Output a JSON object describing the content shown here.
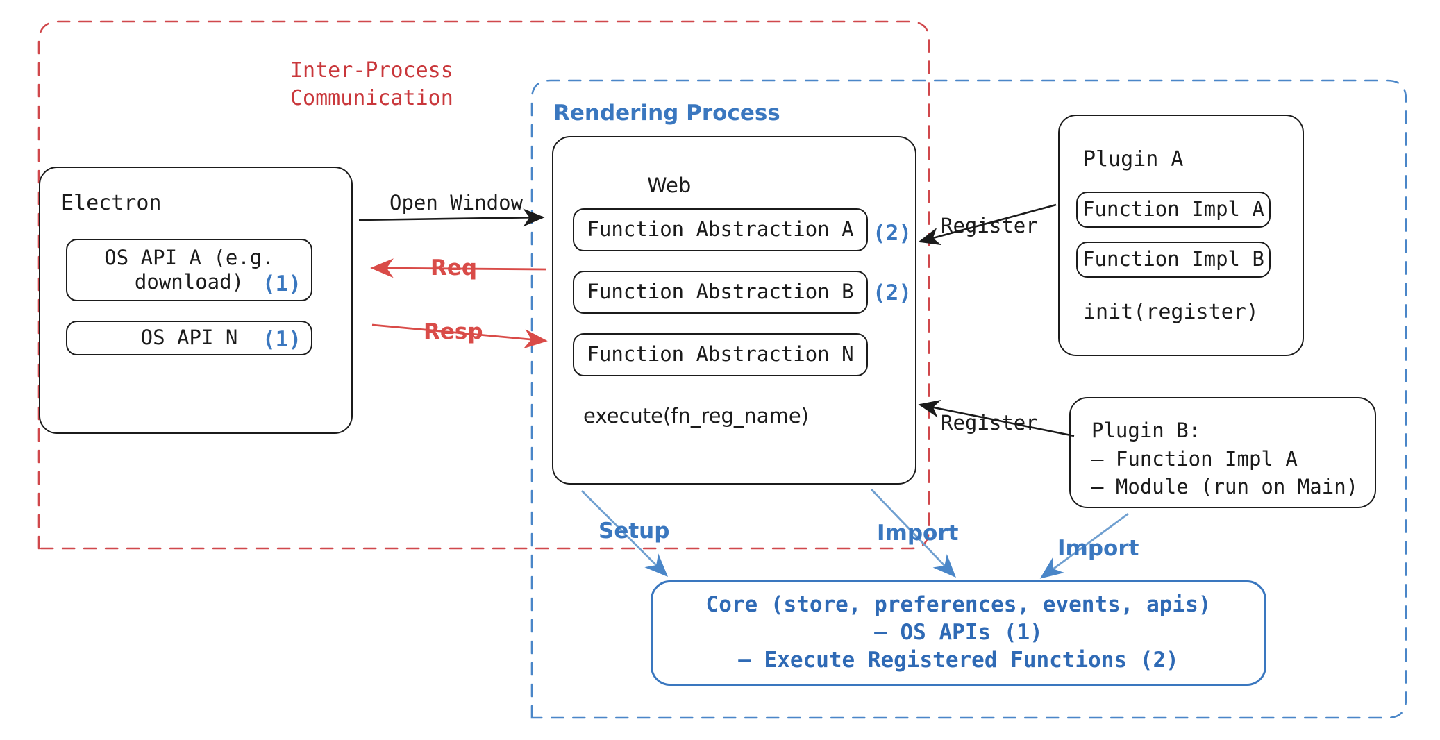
{
  "diagram": {
    "title_ipc": "Inter-Process\nCommunication",
    "title_rendering": "Rendering Process"
  },
  "electron": {
    "title": "Electron",
    "apis": [
      {
        "label": "OS API A (e.g.\ndownload)",
        "note": "(1)"
      },
      {
        "label": "OS API N",
        "note": "(1)"
      }
    ]
  },
  "web": {
    "title": "Web",
    "abstractions": [
      {
        "label": "Function Abstraction A",
        "note": "(2)"
      },
      {
        "label": "Function Abstraction B",
        "note": "(2)"
      },
      {
        "label": "Function Abstraction N",
        "note": ""
      }
    ],
    "footer": "execute(fn_reg_name)"
  },
  "plugin_a": {
    "title": "Plugin A",
    "items": [
      "Function Impl A",
      "Function Impl B"
    ],
    "footer": "init(register)"
  },
  "plugin_b": {
    "text": "Plugin B:\n— Function Impl A\n— Module (run on Main)"
  },
  "core": {
    "lines": [
      "Core (store, preferences, events, apis)",
      "— OS APIs (1)",
      "— Execute Registered Functions (2)"
    ]
  },
  "arrows": {
    "open_window": "Open Window",
    "req": "Req",
    "resp": "Resp",
    "register_a": "Register",
    "register_b": "Register",
    "setup": "Setup",
    "import_web": "Import",
    "import_plugin": "Import"
  },
  "colors": {
    "ipc_red": "#c9373b",
    "arrow_red": "#d94b48",
    "rendering_blue": "#3a77bf",
    "core_blue": "#2f6ab5",
    "ink": "#1b1b1b"
  }
}
